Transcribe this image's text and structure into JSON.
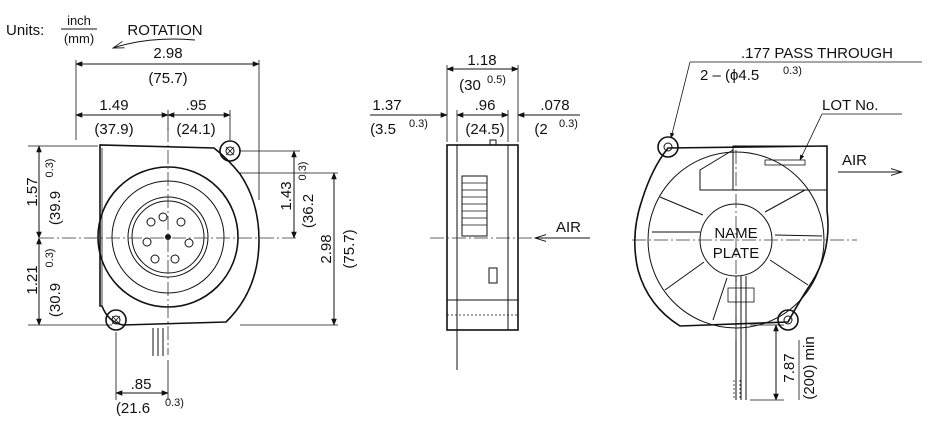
{
  "units": {
    "label": "Units:",
    "top": "inch",
    "bottom": "(mm)"
  },
  "front": {
    "rotation": "ROTATION",
    "width_in": "2.98",
    "width_mm": "(75.7)",
    "left_in": "1.49",
    "left_mm": "(37.9)",
    "right_in": ".95",
    "right_mm": "(24.1)",
    "upper_in": "1.57",
    "upper_mm": "(39.9",
    "upper_tol": "0.3)",
    "lower_in": "1.21",
    "lower_mm": "(30.9",
    "lower_tol": "0.3)",
    "hole_in": "1.43",
    "hole_mm": "(36.2",
    "hole_tol": "0.3)",
    "height_in": "2.98",
    "height_mm": "(75.7)",
    "bottom_in": ".85",
    "bottom_mm": "(21.6",
    "bottom_tol": "0.3)"
  },
  "side": {
    "depth_in": "1.18",
    "depth_mm": "(30",
    "depth_tol": "0.5)",
    "left_in": "1.37",
    "left_mm": "(3.5",
    "left_tol": "0.3)",
    "mid_in": ".96",
    "mid_mm": "(24.5)",
    "right_in": ".078",
    "right_mm": "(2",
    "right_tol": "0.3)",
    "air": "AIR"
  },
  "back": {
    "pass_through": ".177  PASS THROUGH",
    "pass_dia": "2 – (ϕ4.5",
    "pass_tol": "0.3)",
    "lot": "LOT No.",
    "air": "AIR",
    "name": "NAME",
    "plate": "PLATE",
    "lead_in": "7.87",
    "lead_mm": "(200) min"
  }
}
